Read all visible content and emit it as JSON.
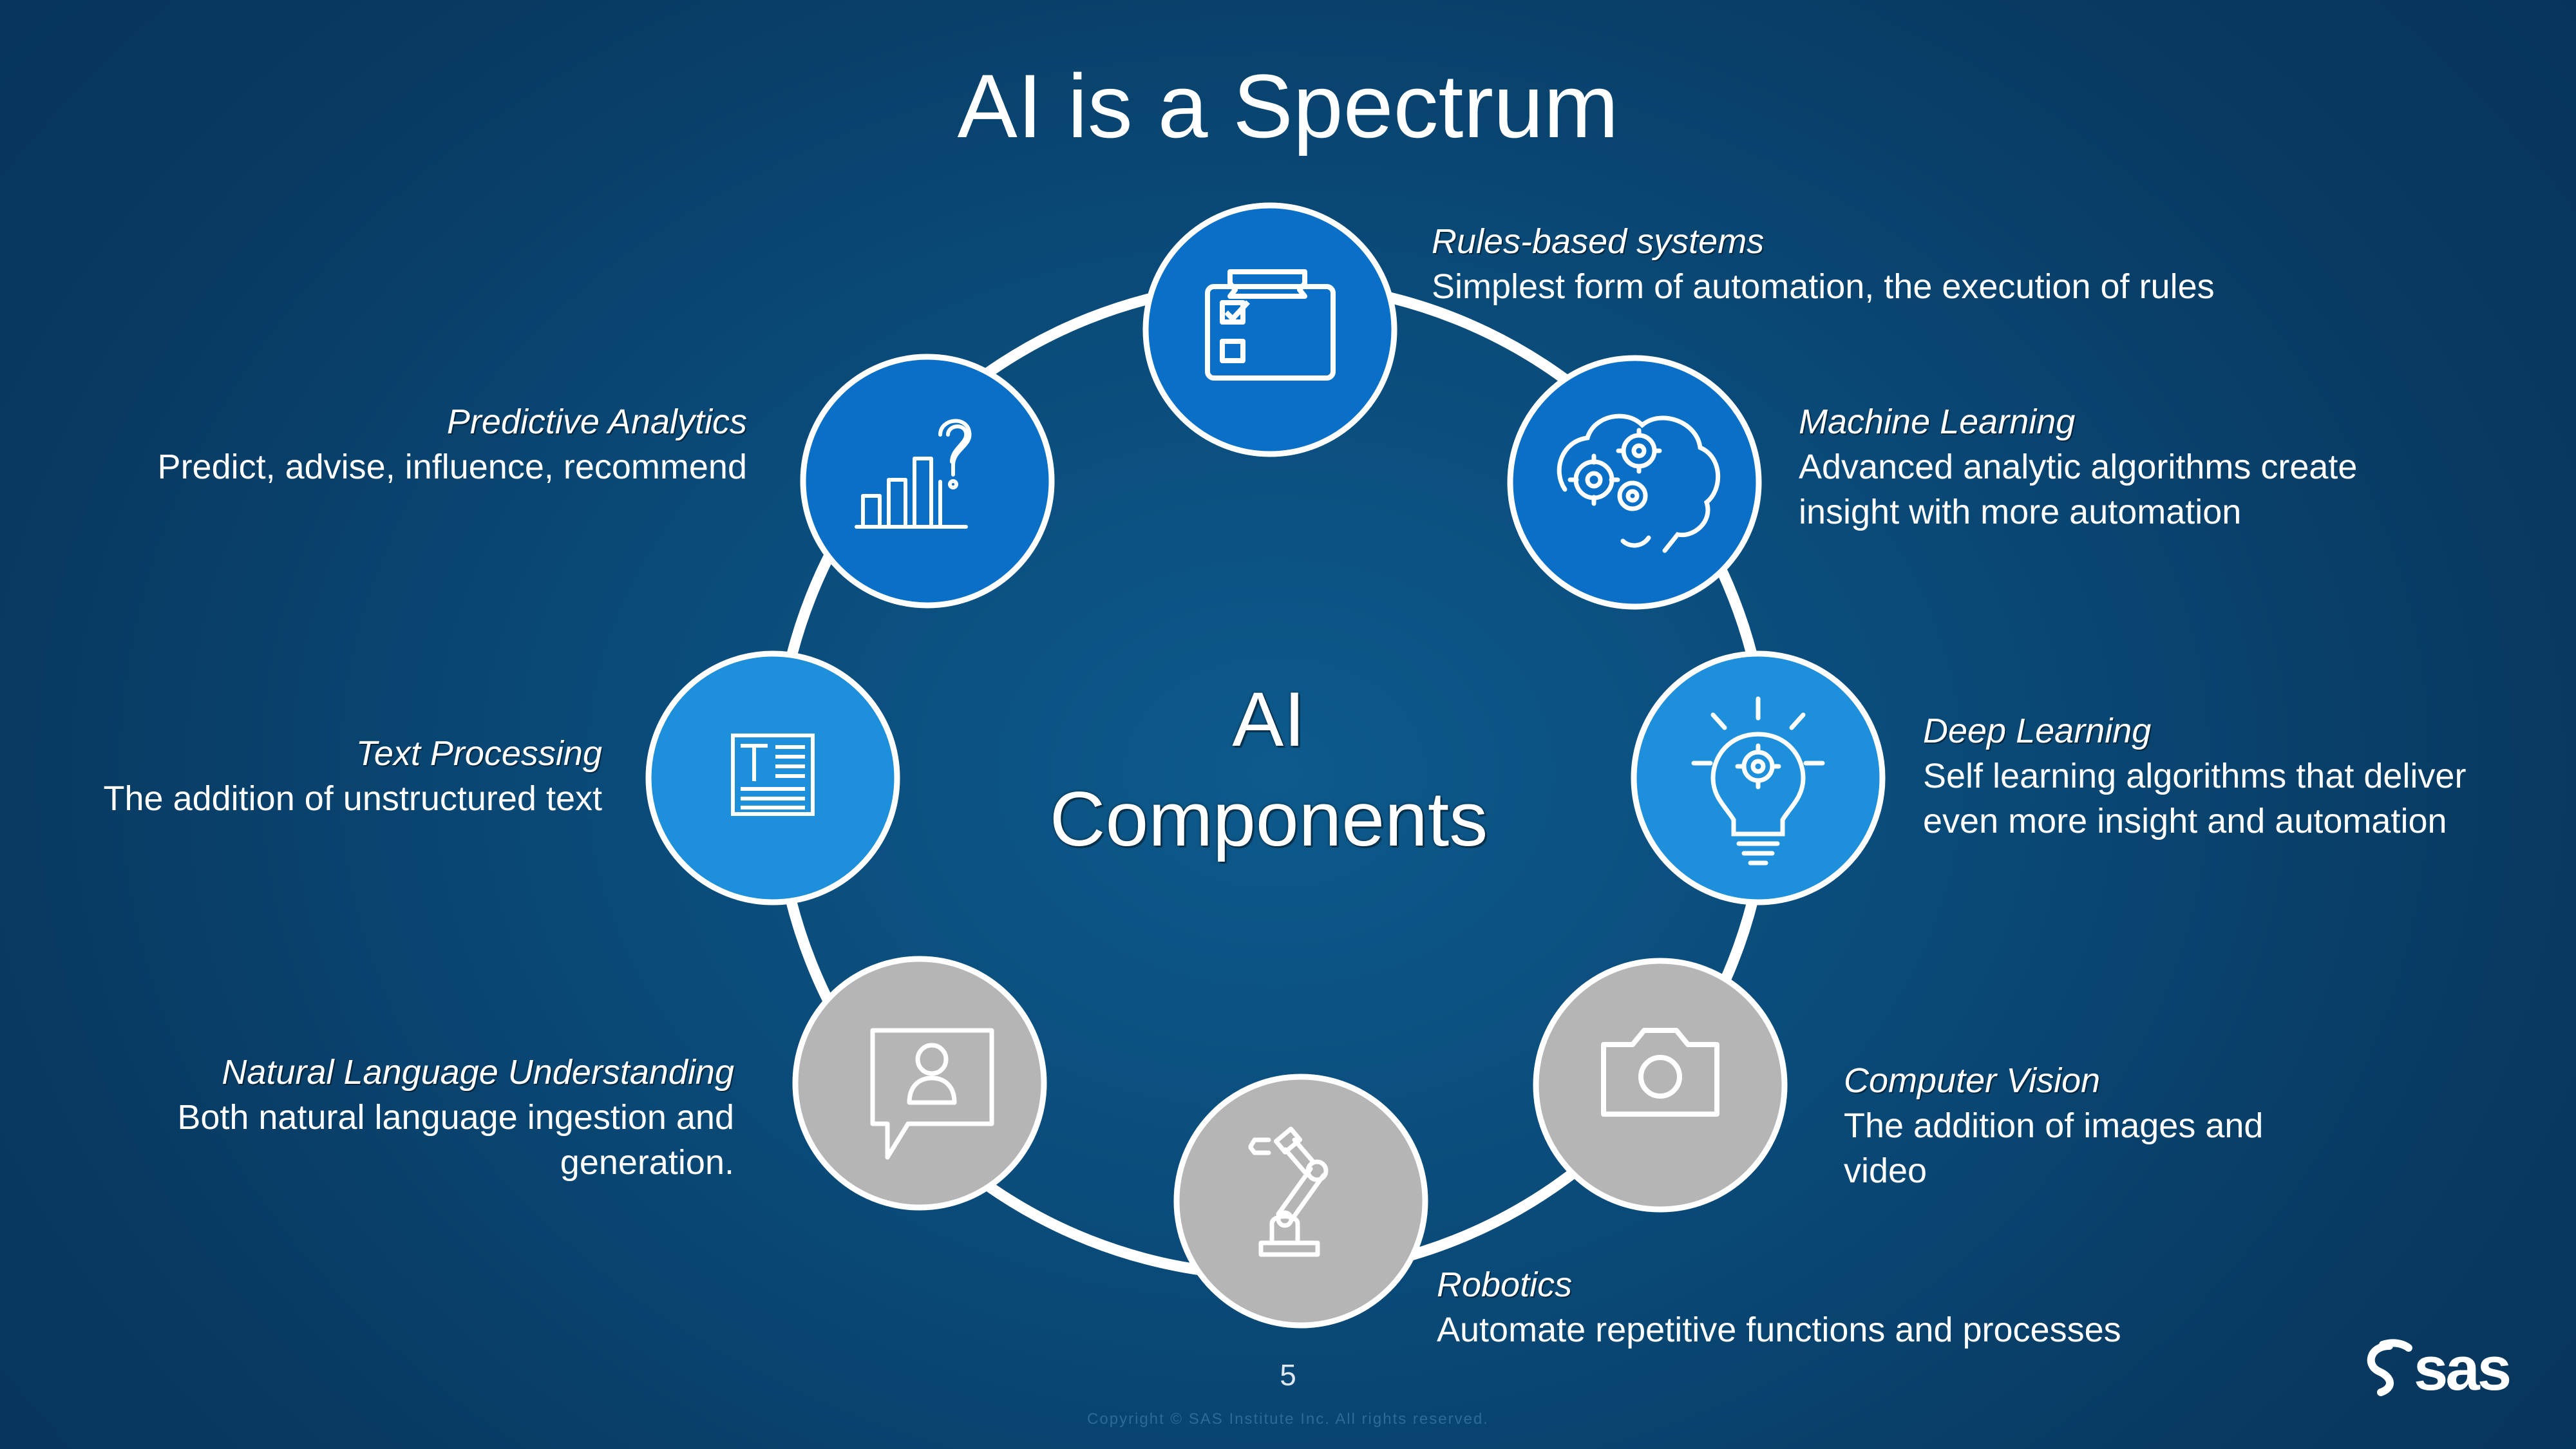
{
  "title": "AI is a Spectrum",
  "center": {
    "line1": "AI",
    "line2": "Components"
  },
  "components": [
    {
      "id": "rules",
      "title": "Rules-based systems",
      "desc": "Simplest form of automation, the execution of rules",
      "icon": "checklist-icon",
      "color": "#0a6fc6"
    },
    {
      "id": "ml",
      "title": "Machine Learning",
      "desc1": "Advanced analytic algorithms create",
      "desc2": "insight with more automation",
      "icon": "brain-gears-icon",
      "color": "#0a6fc6"
    },
    {
      "id": "dl",
      "title": "Deep Learning",
      "desc1": "Self learning algorithms that deliver",
      "desc2": "even more insight and automation",
      "icon": "lightbulb-gear-icon",
      "color": "#1d8fdb"
    },
    {
      "id": "cv",
      "title": "Computer Vision",
      "desc1": "The addition of images and",
      "desc2": "video",
      "icon": "camera-icon",
      "color": "#b5b5b5"
    },
    {
      "id": "robotics",
      "title": "Robotics",
      "desc": "Automate repetitive functions and processes",
      "icon": "robot-arm-icon",
      "color": "#b5b5b5"
    },
    {
      "id": "nlu",
      "title": "Natural Language Understanding",
      "desc1": "Both natural language ingestion and",
      "desc2": "generation.",
      "icon": "chat-person-icon",
      "color": "#b5b5b5"
    },
    {
      "id": "text",
      "title": "Text Processing",
      "desc": "The addition of unstructured text",
      "icon": "text-document-icon",
      "color": "#1d8fdb"
    },
    {
      "id": "pa",
      "title": "Predictive Analytics",
      "desc": "Predict, advise, influence, recommend",
      "icon": "bar-chart-question-icon",
      "color": "#0a6fc6"
    }
  ],
  "footer": {
    "page_number": "5",
    "copyright": "Copyright © SAS Institute Inc. All rights reserved.",
    "logo_text": "sas"
  }
}
